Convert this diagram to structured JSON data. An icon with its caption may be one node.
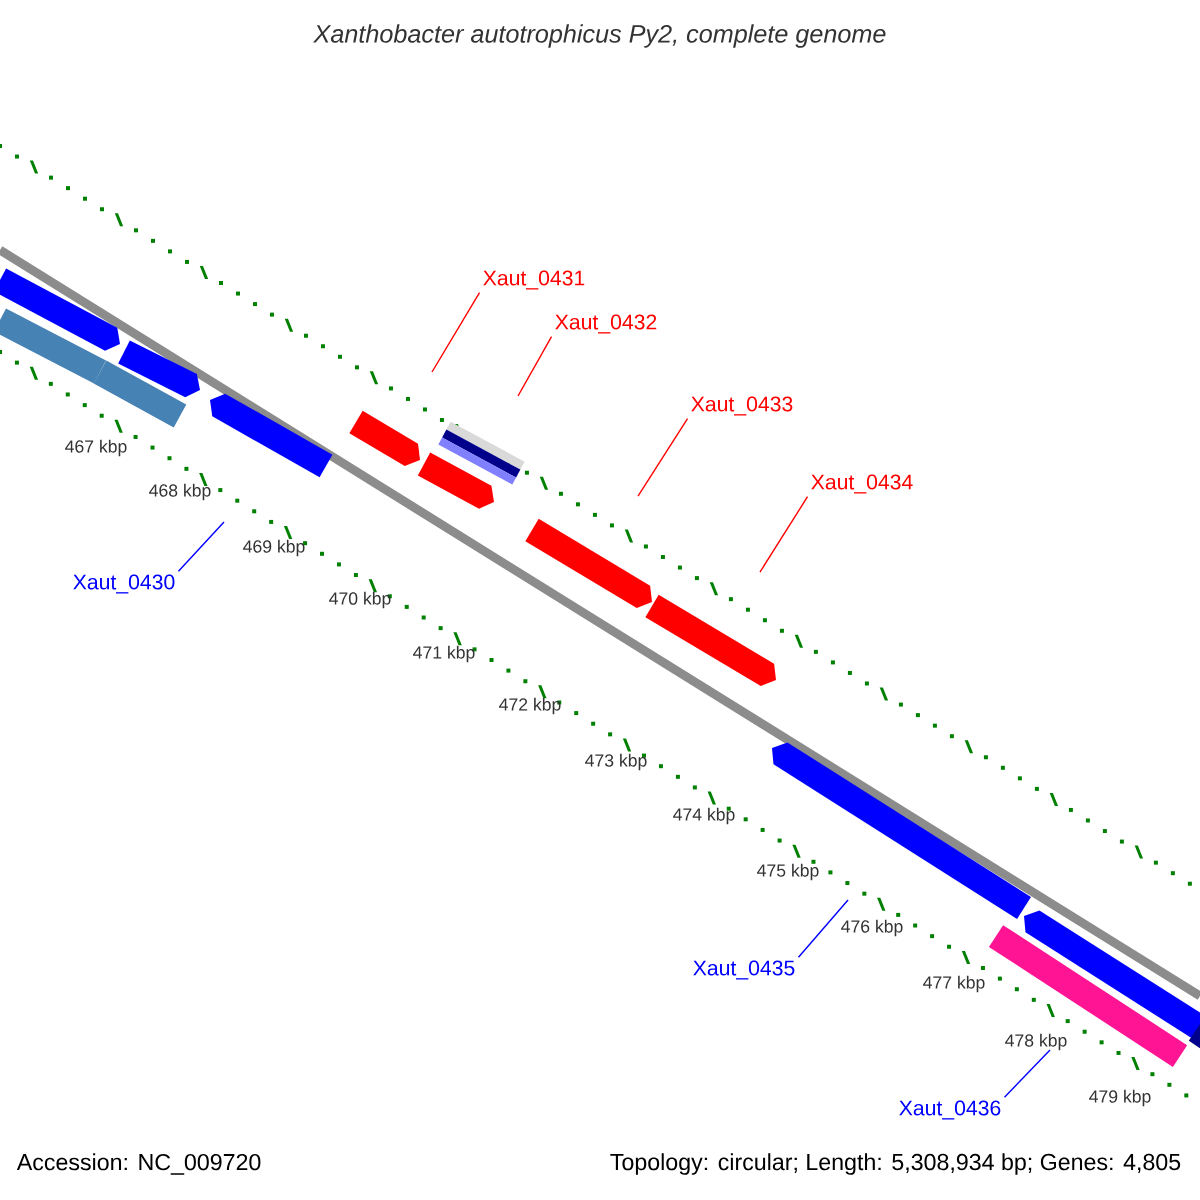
{
  "diagram": {
    "title": "Xanthobacter autotrophicus Py2, complete genome",
    "nodes": [
      {
        "text": [
          "Xaut_0430"
        ]
      },
      {
        "text": [
          "Xaut_0431"
        ]
      },
      {
        "text": [
          "Xaut_0432"
        ]
      },
      {
        "text": [
          "Xaut_0433"
        ]
      },
      {
        "text": [
          "Xaut_0434"
        ]
      },
      {
        "text": [
          "Xaut_0435"
        ]
      },
      {
        "text": [
          "Xaut_0436"
        ]
      }
    ],
    "edges": [
      {
        "from": 0,
        "to": null,
        "arrow": "none",
        "color": "#0000ff"
      },
      {
        "from": 1,
        "to": null,
        "arrow": "none"
      },
      {
        "from": 2,
        "to": null,
        "arrow": "none"
      },
      {
        "from": 3,
        "to": null,
        "arrow": "none"
      },
      {
        "from": 4,
        "to": null,
        "arrow": "none"
      },
      {
        "from": 5,
        "to": null,
        "arrow": "none",
        "color": "#0000ff"
      },
      {
        "from": 6,
        "to": null,
        "arrow": "none",
        "color": "#0000ff"
      }
    ],
    "labels": [
      "467 kbp",
      "468 kbp",
      "469 kbp",
      "470 kbp",
      "471 kbp",
      "472 kbp",
      "473 kbp",
      "474 kbp",
      "475 kbp",
      "476 kbp",
      "477 kbp",
      "478 kbp",
      "479 kbp",
      "Accession: NC_009720",
      "Topology: circular; Length: 5,308,934 bp; Genes: 4,805"
    ]
  }
}
